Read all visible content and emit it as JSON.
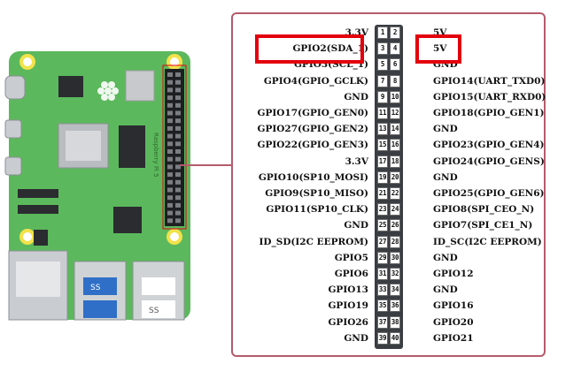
{
  "board": {
    "silkscreen": "Raspberry Pi 5",
    "usb_marks": [
      "SS",
      "SS"
    ]
  },
  "pinout": {
    "pins": [
      {
        "left_label": "3.3V",
        "left_pin": "1",
        "right_pin": "2",
        "right_label": "5V"
      },
      {
        "left_label": "GPIO2(SDA_1)",
        "left_pin": "3",
        "right_pin": "4",
        "right_label": "5V"
      },
      {
        "left_label": "GPIO3(SCL_1)",
        "left_pin": "5",
        "right_pin": "6",
        "right_label": "GND"
      },
      {
        "left_label": "GPIO4(GPIO_GCLK)",
        "left_pin": "7",
        "right_pin": "8",
        "right_label": "GPIO14(UART_TXD0)"
      },
      {
        "left_label": "GND",
        "left_pin": "9",
        "right_pin": "10",
        "right_label": "GPIO15(UART_RXD0)"
      },
      {
        "left_label": "GPIO17(GPIO_GEN0)",
        "left_pin": "11",
        "right_pin": "12",
        "right_label": "GPIO18(GPIO_GEN1)"
      },
      {
        "left_label": "GPIO27(GPIO_GEN2)",
        "left_pin": "13",
        "right_pin": "14",
        "right_label": "GND"
      },
      {
        "left_label": "GPIO22(GPIO_GEN3)",
        "left_pin": "15",
        "right_pin": "16",
        "right_label": "GPIO23(GPIO_GEN4)"
      },
      {
        "left_label": "3.3V",
        "left_pin": "17",
        "right_pin": "18",
        "right_label": "GPIO24(GPIO_GENS)"
      },
      {
        "left_label": "GPIO10(SP10_MOSI)",
        "left_pin": "19",
        "right_pin": "20",
        "right_label": "GND"
      },
      {
        "left_label": "GPIO9(SP10_MISO)",
        "left_pin": "21",
        "right_pin": "22",
        "right_label": "GPIO25(GPIO_GEN6)"
      },
      {
        "left_label": "GPIO11(SP10_CLK)",
        "left_pin": "23",
        "right_pin": "24",
        "right_label": "GPIO8(SPI_CEO_N)"
      },
      {
        "left_label": "GND",
        "left_pin": "25",
        "right_pin": "26",
        "right_label": "GPIO7(SPI_CE1_N)"
      },
      {
        "left_label": "ID_SD(I2C EEPROM)",
        "left_pin": "27",
        "right_pin": "28",
        "right_label": "ID_SC(I2C EEPROM)"
      },
      {
        "left_label": "GPIO5",
        "left_pin": "29",
        "right_pin": "30",
        "right_label": "GND"
      },
      {
        "left_label": "GPIO6",
        "left_pin": "31",
        "right_pin": "32",
        "right_label": "GPIO12"
      },
      {
        "left_label": "GPIO13",
        "left_pin": "33",
        "right_pin": "34",
        "right_label": "GND"
      },
      {
        "left_label": "GPIO19",
        "left_pin": "35",
        "right_pin": "36",
        "right_label": "GPIO16"
      },
      {
        "left_label": "GPIO26",
        "left_pin": "37",
        "right_pin": "38",
        "right_label": "GPIO20"
      },
      {
        "left_label": "GND",
        "left_pin": "39",
        "right_pin": "40",
        "right_label": "GPIO21"
      }
    ]
  },
  "highlights": {
    "color": "#e3000b",
    "items": [
      "GPIO2(SDA_1)",
      "5V"
    ]
  },
  "colors": {
    "board_green": "#5cb85c",
    "panel_border": "#b45b6b",
    "header_dark": "#3a3d42"
  }
}
